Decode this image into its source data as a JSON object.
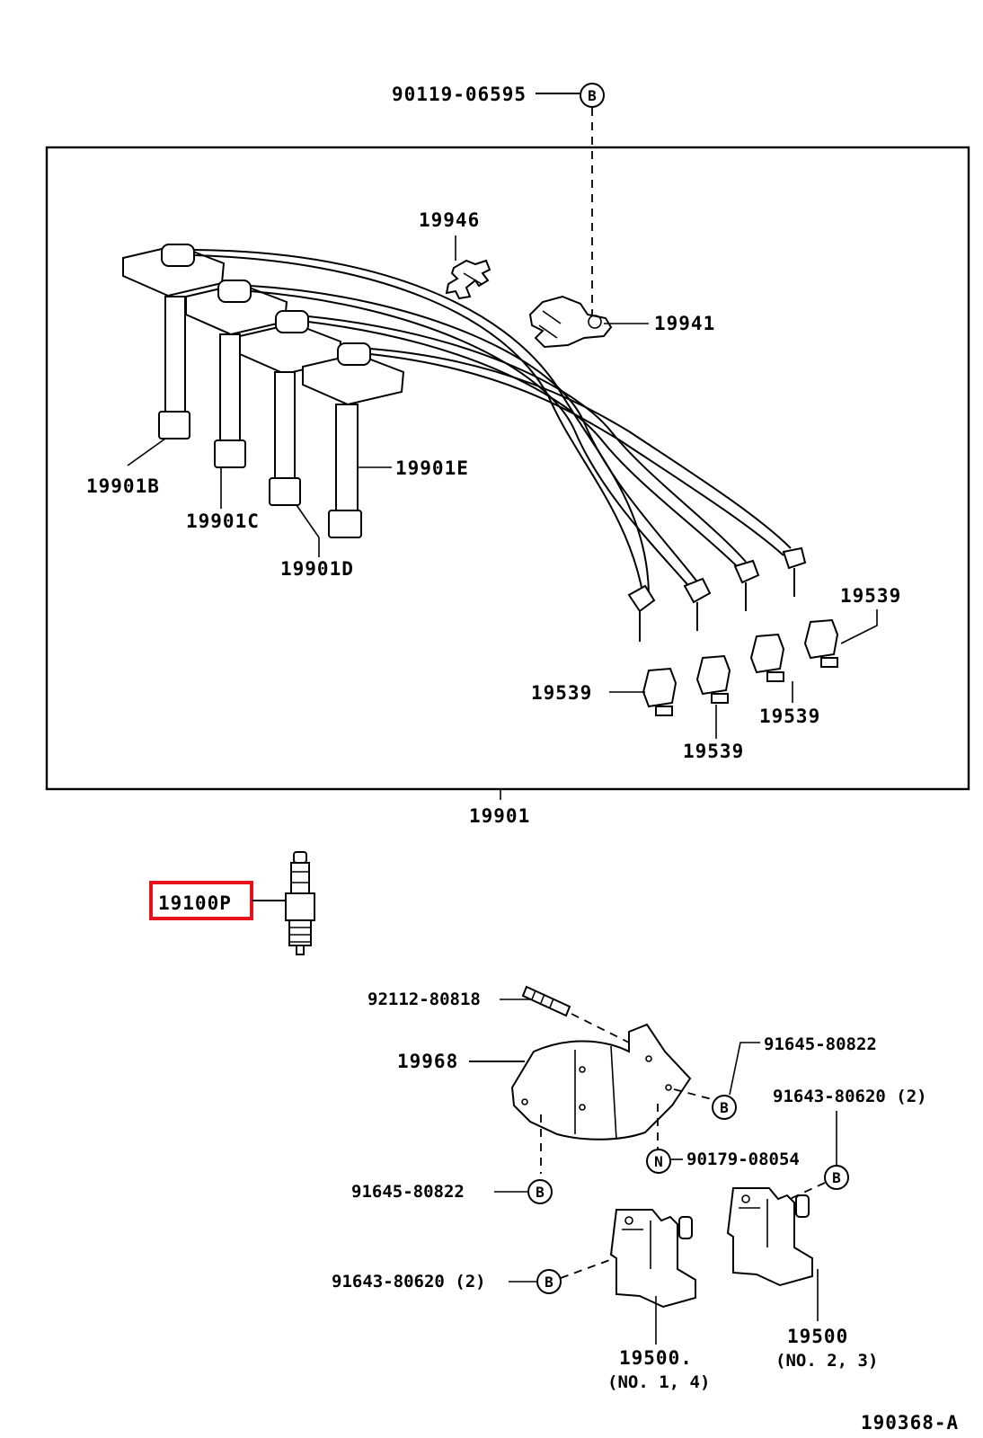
{
  "labels": {
    "bolt_top": "90119-06595",
    "clamp_19946": "19946",
    "clamp_19941": "19941",
    "cord_b": "19901B",
    "cord_c": "19901C",
    "cord_d": "19901D",
    "cord_e": "19901E",
    "cap_1": "19539",
    "cap_2": "19539",
    "cap_3": "19539",
    "cap_4": "19539",
    "cord_set": "19901",
    "spark_plug": "19100P",
    "stud": "92112-80818",
    "bracket": "19968",
    "bolt_right": "91645-80822",
    "bolt_coil_right": "91643-80620 (2)",
    "nut": "90179-08054",
    "bolt_left": "91645-80822",
    "bolt_coil_left": "91643-80620 (2)",
    "coil_14_num": "19500.",
    "coil_14_note": "(NO. 1, 4)",
    "coil_23_num": "19500",
    "coil_23_note": "(NO. 2, 3)",
    "diagram_id": "190368-A"
  },
  "markers": {
    "b": "B",
    "n": "N"
  },
  "highlight_color": "#e8141c"
}
